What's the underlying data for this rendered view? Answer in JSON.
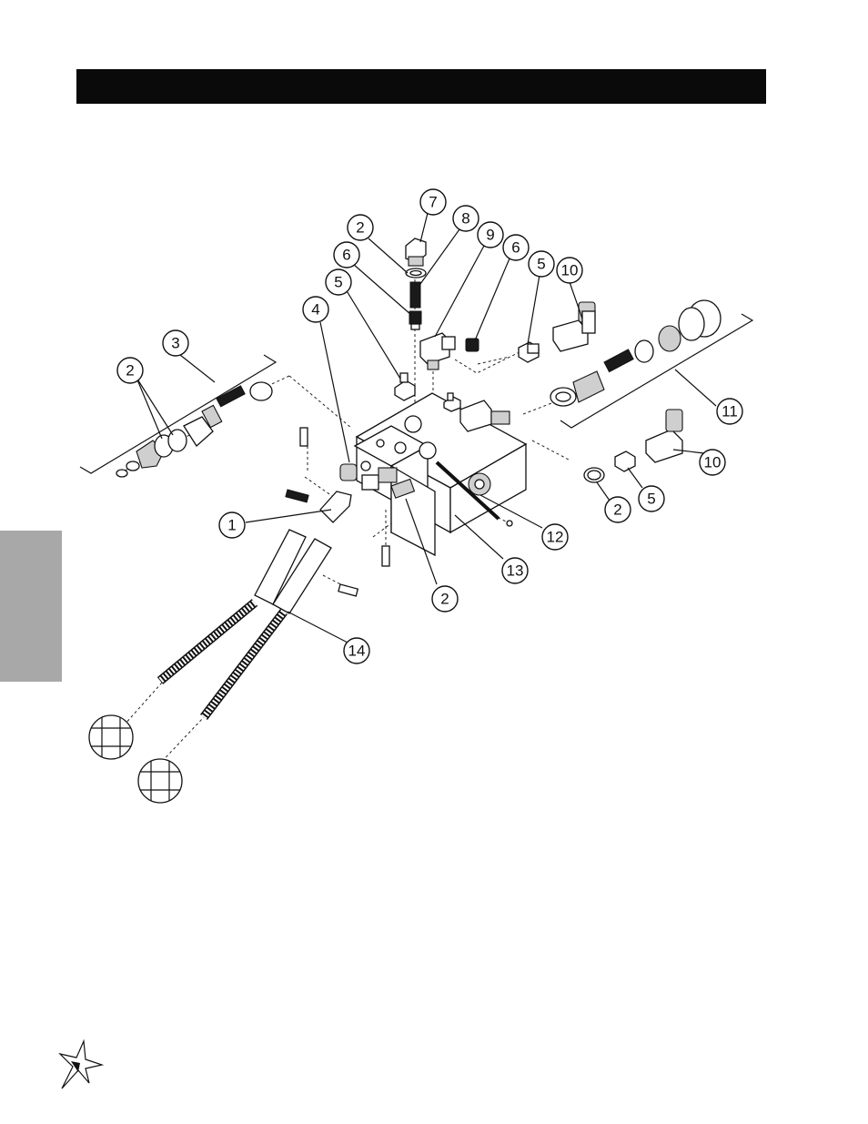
{
  "page": {
    "title_bar_text": "",
    "side_tab_text": ""
  },
  "callouts": [
    {
      "id": "c7",
      "label": "7"
    },
    {
      "id": "c8",
      "label": "8"
    },
    {
      "id": "c2a",
      "label": "2"
    },
    {
      "id": "c9",
      "label": "9"
    },
    {
      "id": "c6a",
      "label": "6"
    },
    {
      "id": "c6b",
      "label": "6"
    },
    {
      "id": "c5a",
      "label": "5"
    },
    {
      "id": "c10a",
      "label": "10"
    },
    {
      "id": "c5b",
      "label": "5"
    },
    {
      "id": "c4",
      "label": "4"
    },
    {
      "id": "c3",
      "label": "3"
    },
    {
      "id": "c2b",
      "label": "2"
    },
    {
      "id": "c11",
      "label": "11"
    },
    {
      "id": "c10b",
      "label": "10"
    },
    {
      "id": "c2c",
      "label": "2"
    },
    {
      "id": "c5c",
      "label": "5"
    },
    {
      "id": "c12",
      "label": "12"
    },
    {
      "id": "c1",
      "label": "1"
    },
    {
      "id": "c13",
      "label": "13"
    },
    {
      "id": "c2d",
      "label": "2"
    },
    {
      "id": "c14",
      "label": "14"
    }
  ],
  "logo": {
    "icon": "brand-star-logo-icon"
  }
}
